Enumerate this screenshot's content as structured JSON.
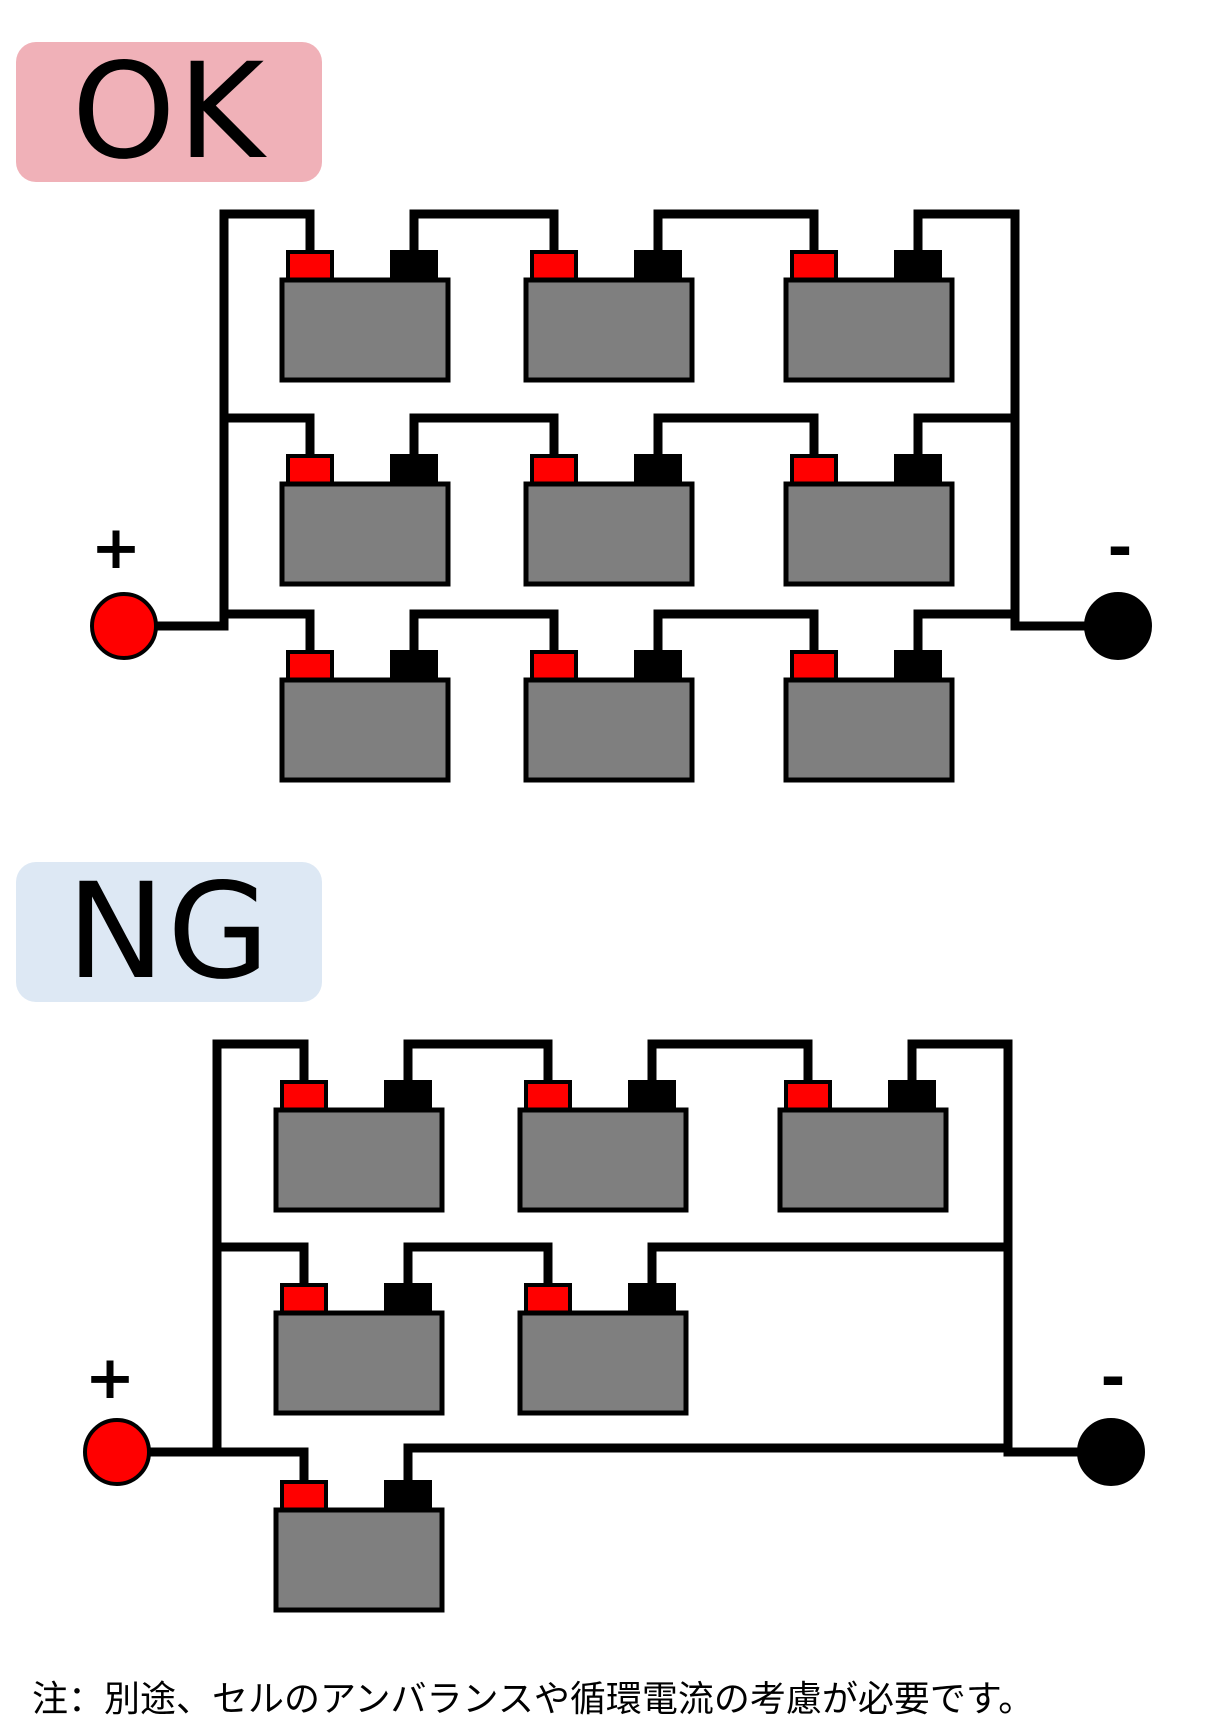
{
  "sections": {
    "ok": {
      "label": "OK",
      "color": "#f0b1b8"
    },
    "ng": {
      "label": "NG",
      "color": "#dde8f4"
    }
  },
  "terminals": {
    "positive_label": "+",
    "negative_label": "-",
    "positive_color": "#ff0000",
    "negative_color": "#000000"
  },
  "battery": {
    "body_color": "#7f7f7f",
    "positive_terminal_color": "#ff0000",
    "negative_terminal_color": "#000000"
  },
  "ok_circuit": {
    "strings": 3,
    "batteries_per_string": [
      3,
      3,
      3
    ]
  },
  "ng_circuit": {
    "strings": 3,
    "batteries_per_string": [
      3,
      2,
      1
    ]
  },
  "footnote": "注：別途、セルのアンバランスや循環電流の考慮が必要です。"
}
